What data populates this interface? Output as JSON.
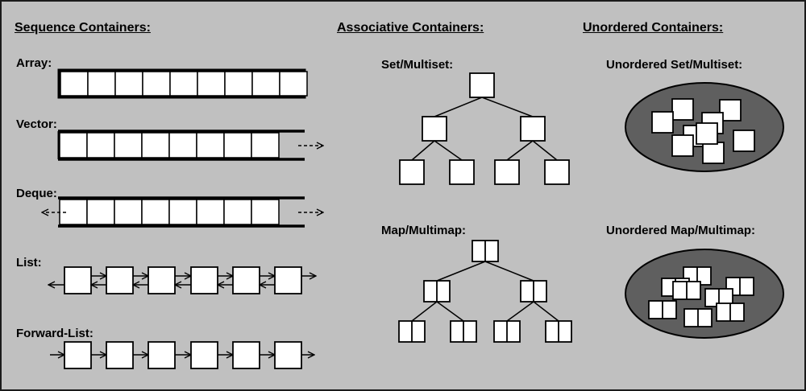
{
  "headings": {
    "sequence": "Sequence Containers:",
    "associative": "Associative Containers:",
    "unordered": "Unordered Containers:"
  },
  "labels": {
    "array": "Array:",
    "vector": "Vector:",
    "deque": "Deque:",
    "list": "List:",
    "forward_list": "Forward-List:",
    "set_multiset": "Set/Multiset:",
    "map_multimap": "Map/Multimap:",
    "unordered_set_multiset": "Unordered Set/Multiset:",
    "unordered_map_multimap": "Unordered Map/Multimap:"
  },
  "colors": {
    "background": "#c0c0c0",
    "element_fill": "#ffffff",
    "line": "#000000",
    "hash_table_fill": "#5f5f5f"
  }
}
